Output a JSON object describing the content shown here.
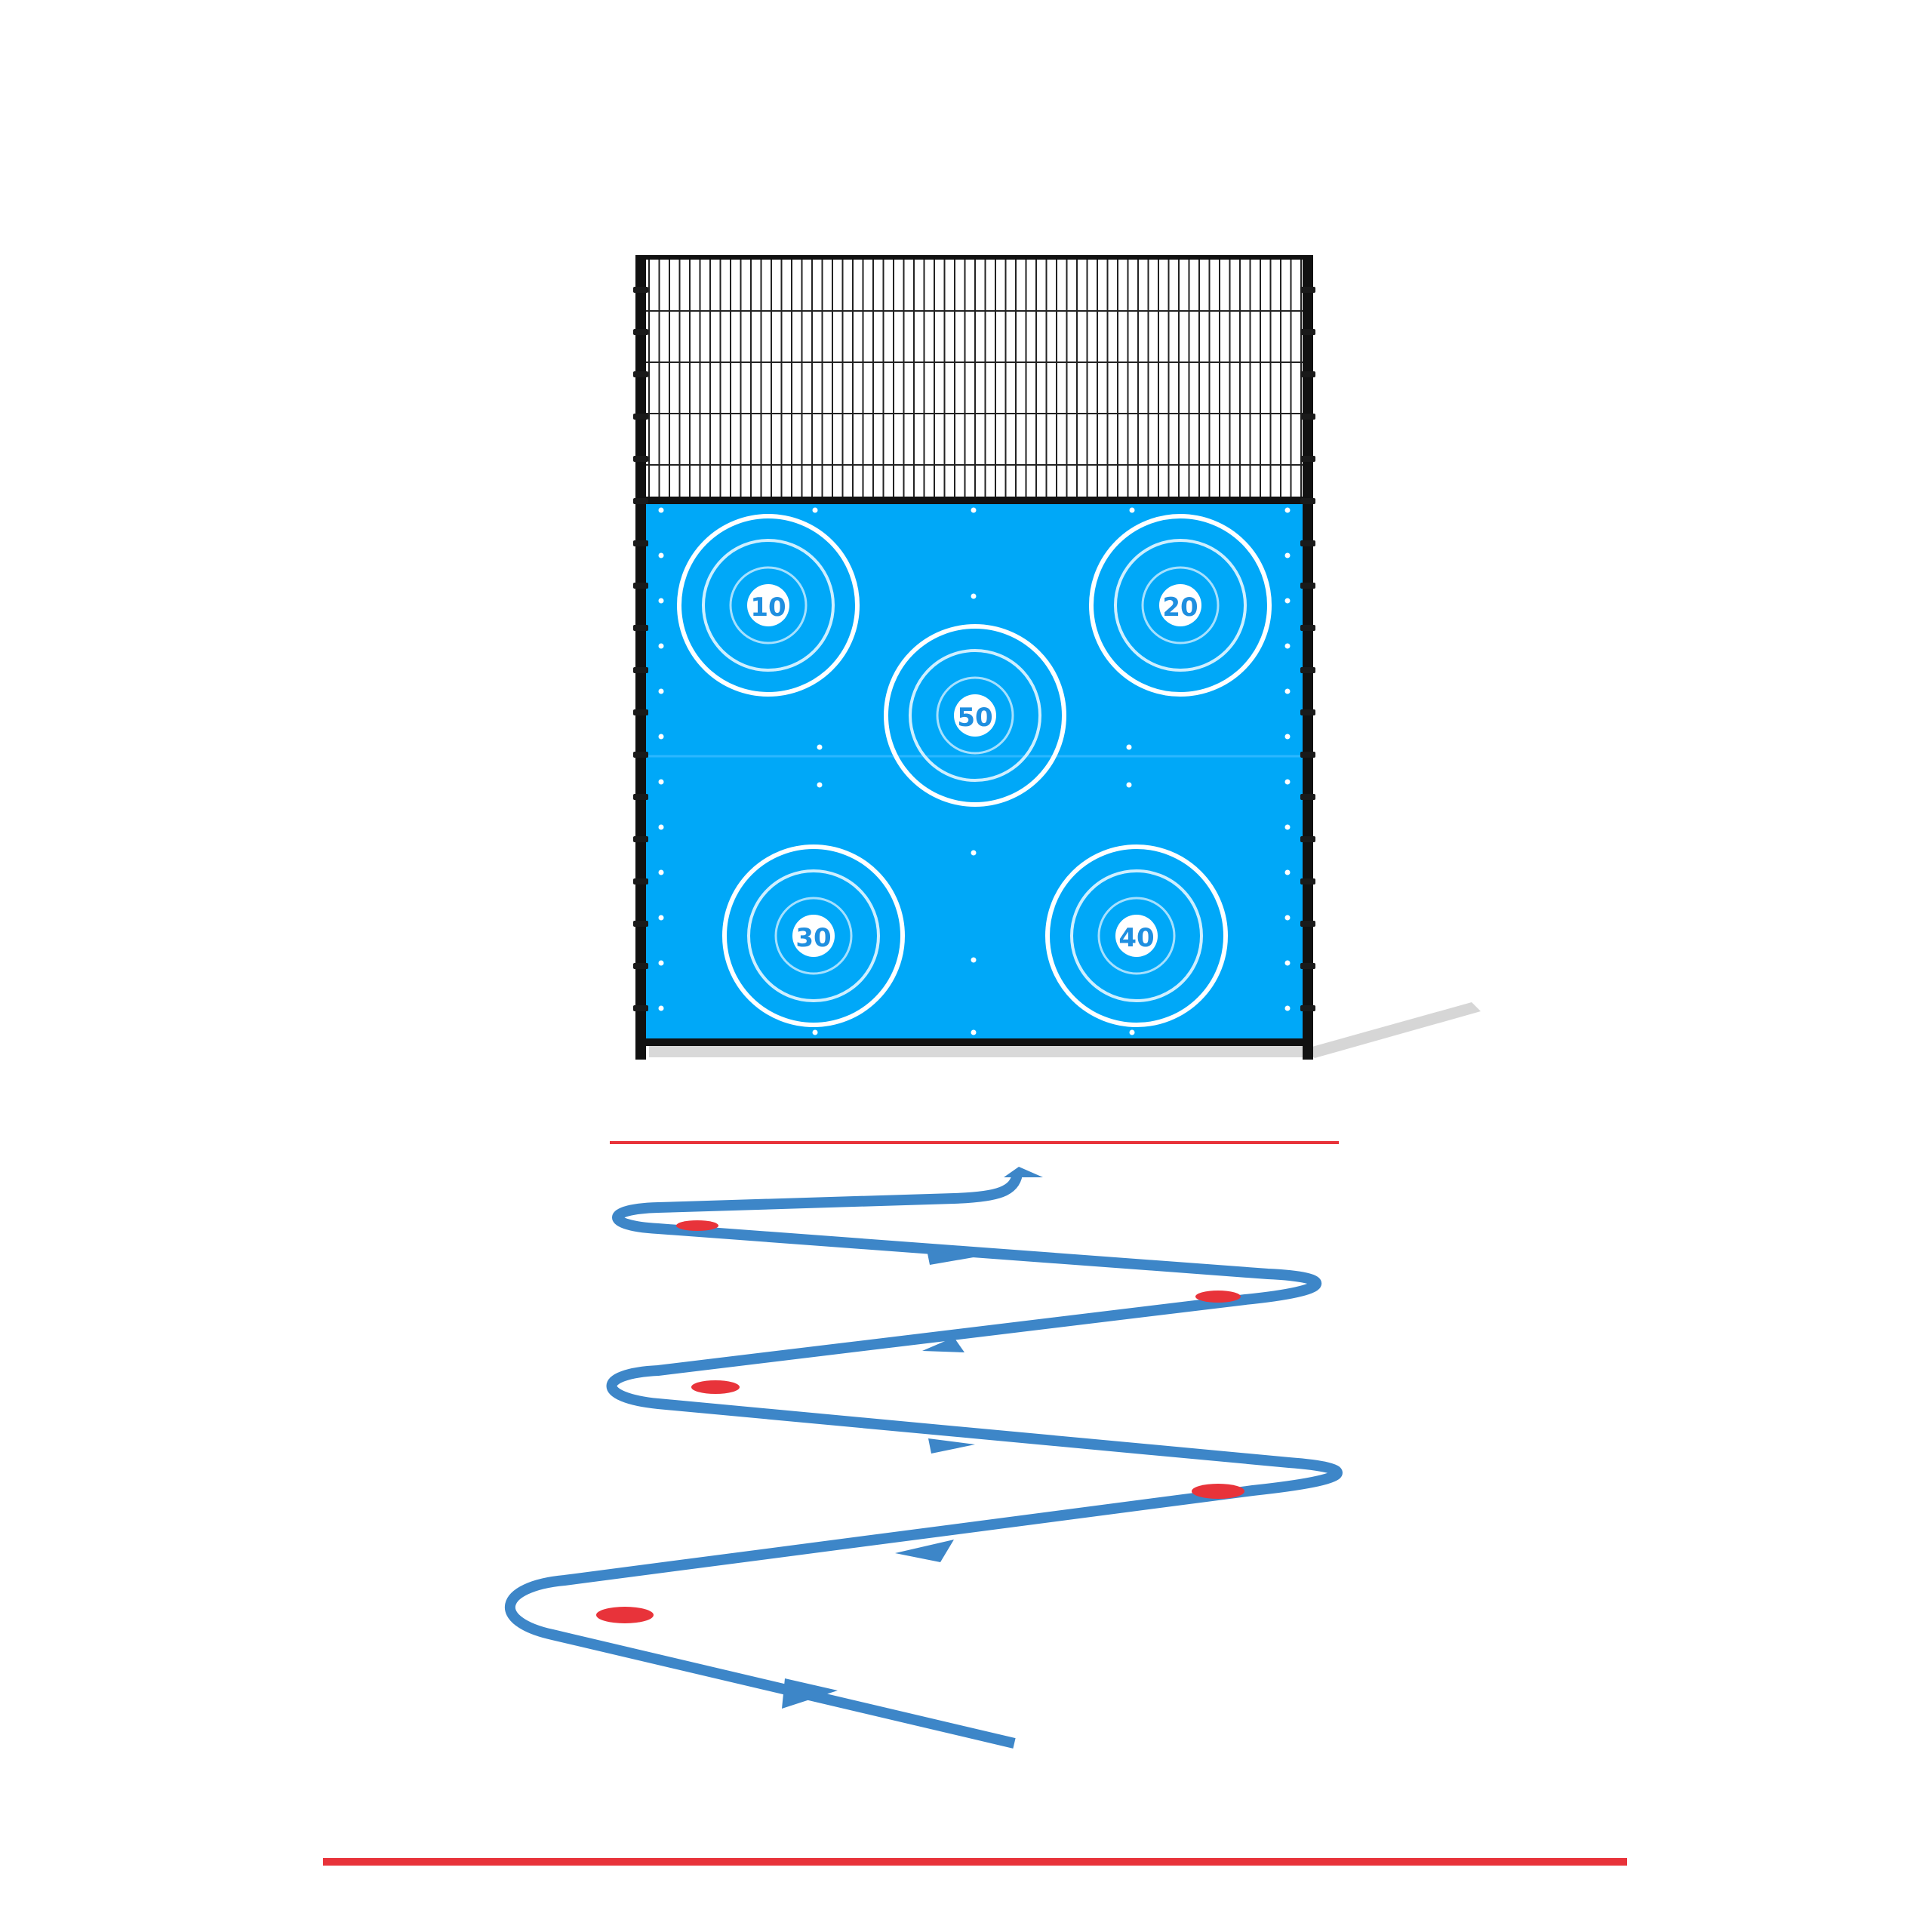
{
  "colors": {
    "background": "#ffffff",
    "frame": "#111111",
    "panel": "#00a8f8",
    "ring": "#ffffff",
    "score_text": "#1f8fe0",
    "path": "#3d86c8",
    "marker": "#e8333a",
    "line": "#e8333a",
    "shadow": "#d2d2d2"
  },
  "targets": [
    {
      "id": "target-10",
      "label": "10"
    },
    {
      "id": "target-20",
      "label": "20"
    },
    {
      "id": "target-50",
      "label": "50"
    },
    {
      "id": "target-30",
      "label": "30"
    },
    {
      "id": "target-40",
      "label": "40"
    }
  ]
}
